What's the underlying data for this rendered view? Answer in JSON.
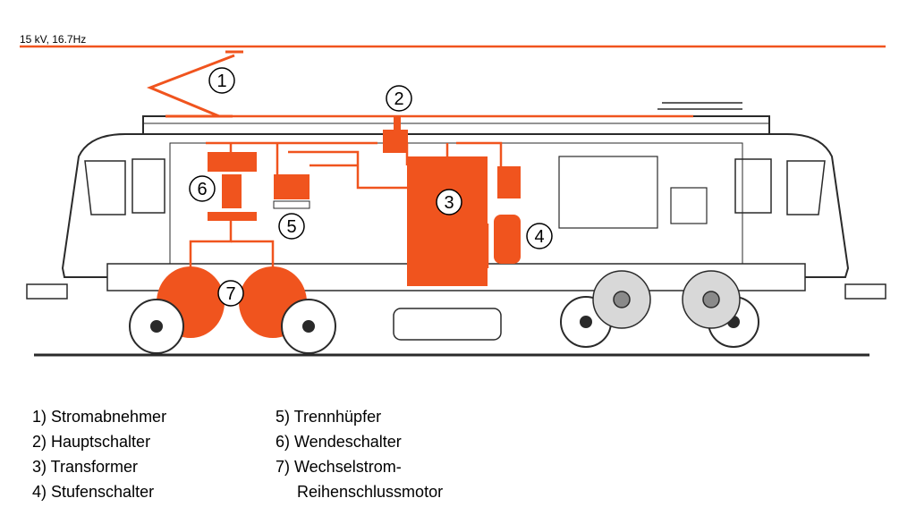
{
  "voltage_label": "15 kV, 16.7Hz",
  "markers": [
    "1",
    "2",
    "3",
    "4",
    "5",
    "6",
    "7"
  ],
  "legend": {
    "left": [
      "1) Stromabnehmer",
      "2) Hauptschalter",
      "3) Transformer",
      "4) Stufenschalter"
    ],
    "right": [
      "5) Trennhüpfer",
      "6) Wendeschalter",
      "7) Wechselstrom-",
      "Reihenschlussmotor"
    ]
  },
  "colors": {
    "highlight": "#f0541e",
    "line": "#2a2a2a",
    "body_fill": "#ffffff",
    "motor_grey": "#8a8a8a"
  }
}
